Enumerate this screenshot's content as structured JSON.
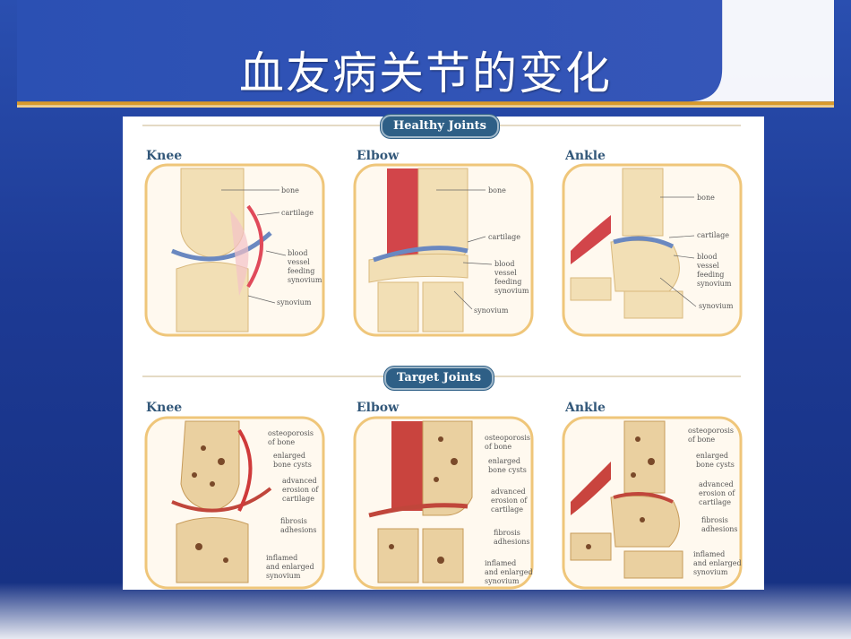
{
  "slide": {
    "title": "血友病关节的变化"
  },
  "figure": {
    "healthy_header": "Healthy Joints",
    "target_header": "Target Joints",
    "healthy": [
      {
        "name": "Knee",
        "labels": [
          "bone",
          "cartilage",
          "blood\nvessel\nfeeding\nsynovium",
          "synovium"
        ]
      },
      {
        "name": "Elbow",
        "labels": [
          "bone",
          "cartilage",
          "blood\nvessel\nfeeding\nsynovium",
          "synovium"
        ]
      },
      {
        "name": "Ankle",
        "labels": [
          "bone",
          "cartilage",
          "blood\nvessel\nfeeding\nsynovium",
          "synovium"
        ]
      }
    ],
    "target": [
      {
        "name": "Knee",
        "labels": [
          "osteoporosis\nof bone",
          "enlarged\nbone cysts",
          "advanced\nerosion of\ncartilage",
          "fibrosis\nadhesions",
          "inflamed\nand enlarged\nsynovium"
        ]
      },
      {
        "name": "Elbow",
        "labels": [
          "osteoporosis\nof bone",
          "enlarged\nbone cysts",
          "advanced\nerosion of\ncartilage",
          "fibrosis\nadhesions",
          "inflamed\nand enlarged\nsynovium"
        ]
      },
      {
        "name": "Ankle",
        "labels": [
          "osteoporosis\nof bone",
          "enlarged\nbone cysts",
          "advanced\nerosion of\ncartilage",
          "fibrosis\nadhesions",
          "inflamed\nand enlarged\nsynovium"
        ]
      }
    ]
  }
}
